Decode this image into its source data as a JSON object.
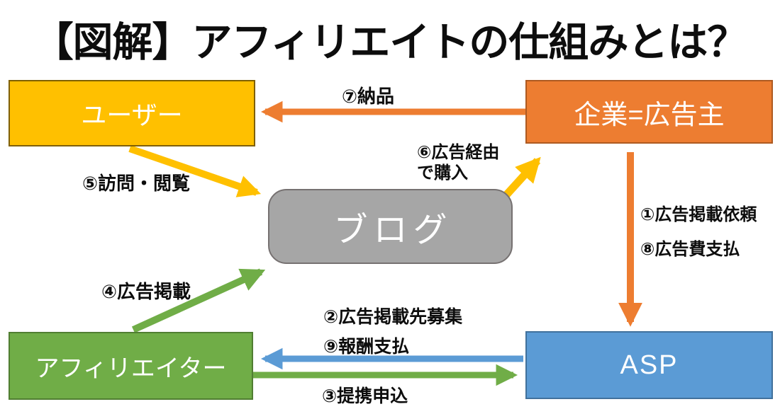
{
  "title": "【図解】アフィリエイトの仕組みとは？",
  "colors": {
    "yellow": "#FFC000",
    "orange": "#ED7D31",
    "green": "#70AD47",
    "blue": "#5B9BD5",
    "gray": "#A6A6A6"
  },
  "nodes": {
    "user": "ユーザー",
    "advertiser": "企業=広告主",
    "blog": "ブログ",
    "affiliater": "アフィリエイター",
    "asp": "ASP"
  },
  "flows": {
    "delivery": "⑦納品",
    "visit": "⑤訪問・閲覧",
    "purchase_line1": "⑥広告経由",
    "purchase_line2": "で購入",
    "ad_request": "①広告掲載依頼",
    "ad_fee": "⑧広告費支払",
    "ad_publish": "④広告掲載",
    "recruit": "②広告掲載先募集",
    "reward": "⑨報酬支払",
    "apply": "③提携申込"
  }
}
